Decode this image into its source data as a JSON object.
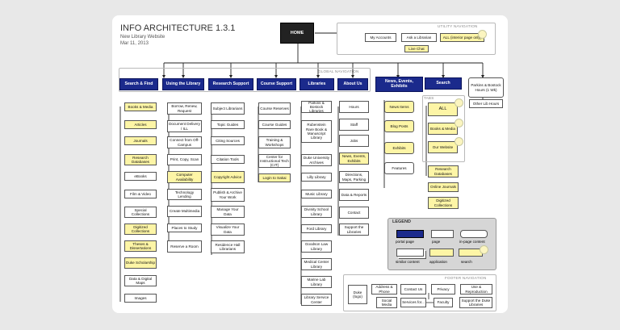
{
  "header": {
    "title": "INFO ARCHITECTURE 1.3.1",
    "subtitle": "New Library Website",
    "date": "Mar 11, 2013"
  },
  "home": "HOME",
  "utility": {
    "label": "UTILITY NAVIGATION",
    "items": [
      "My Accounts",
      "Ask a Librarian",
      "ALL (interior page only)",
      "Live Chat"
    ]
  },
  "global": {
    "label": "GLOBAL NAVIGATION",
    "items": [
      "Search & Find",
      "Using the Library",
      "Research Support",
      "Course Support",
      "Libraries",
      "About Us"
    ]
  },
  "top_extra": [
    "News, Events, Exhibits",
    "Search",
    "Parkins & Bostock Hours (1 Wk)",
    "Other Lib Hours"
  ],
  "columns": {
    "search_find": [
      "Books & Media",
      "Articles",
      "Journals",
      "Research Databases",
      "eBooks",
      "Film & Video",
      "Special Collections",
      "Digitized Collections",
      "Theses & Dissertations",
      "Duke Scholarship",
      "Data & Digital Maps",
      "Images"
    ],
    "using_library": [
      "Borrow, Renew, Request",
      "Document Delivery / ILL",
      "Connect from Off-Campus",
      "Print, Copy, Scan",
      "Computer Availability",
      "Technology Lending",
      "Create Multimedia",
      "Places to Study",
      "Reserve a Room"
    ],
    "research_support": [
      "Subject Librarians",
      "Topic Guides",
      "Citing Sources",
      "Citation Tools",
      "Copyright Advice",
      "Publish & Archive Your Work",
      "Manage Your Data",
      "Visualize Your Data",
      "Residence Hall Librarians"
    ],
    "course_support": [
      "Course Reserves",
      "Course Guides",
      "Training & Workshops",
      "Center for Instructional Tech (CIT)",
      "Login to Sakai"
    ],
    "libraries": [
      "Parkins & Bostock Libraries",
      "Rubenstein Rare Book & Manuscript Library",
      "Duke University Archives",
      "Lilly Library",
      "Music Library",
      "Divinity School Library",
      "Ford Library",
      "Goodson Law Library",
      "Medical Center Library",
      "Marine Lab Library",
      "Library Service Center"
    ],
    "about_us": [
      "Hours",
      "Staff",
      "Jobs",
      "News, Events, Exhibits",
      "Directions, Maps, Parking",
      "Data & Reports",
      "Contact",
      "Support the Libraries"
    ],
    "news": [
      "News Items",
      "Blog Posts",
      "Exhibits",
      "Features"
    ],
    "tabs_label": "TABS",
    "tabs": [
      "ALL",
      "Books & Media",
      "Our Website"
    ],
    "search_more": [
      "Research Databases",
      "Online Journals",
      "Digitized Collections"
    ]
  },
  "legend": {
    "label": "LEGEND",
    "items": [
      "portal page",
      "page",
      "in-page content",
      "similar content",
      "application",
      "search"
    ]
  },
  "footer": {
    "label": "FOOTER NAVIGATION",
    "items": [
      "Duke (logo)",
      "Address & Phone",
      "Contact Us",
      "Privacy",
      "Use & Reproduction",
      "Social Media",
      "Services for...",
      "Faculty",
      "Support the Duke Libraries"
    ]
  },
  "colors": {
    "portal": "#1b2a8c",
    "application": "#fdf5a6",
    "home": "#222222"
  }
}
